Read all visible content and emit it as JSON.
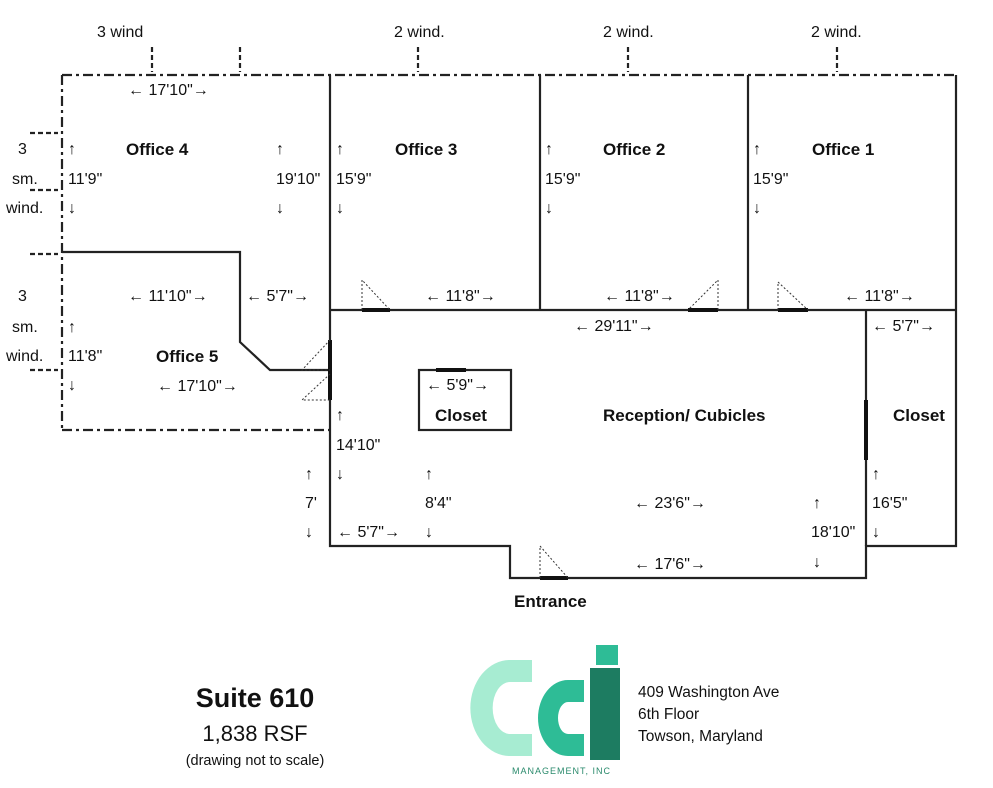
{
  "windows": {
    "office4_top": "3 wind",
    "office3_top": "2 wind.",
    "office2_top": "2 wind.",
    "office1_top": "2 wind."
  },
  "side_windows": {
    "office4": [
      "3",
      "sm.",
      "wind."
    ],
    "office5": [
      "3",
      "sm.",
      "wind."
    ]
  },
  "rooms": {
    "office4": "Office 4",
    "office3": "Office 3",
    "office2": "Office 2",
    "office1": "Office 1",
    "office5": "Office 5",
    "closet_left": "Closet",
    "reception": "Reception/ Cubicles",
    "closet_right": "Closet",
    "entrance": "Entrance"
  },
  "dimensions": {
    "office4_width": "← 17'10\"→",
    "office4_left_height": "11'9\"",
    "office4_right_height": "19'10\"",
    "office3_height": "15'9\"",
    "office2_height": "15'9\"",
    "office1_height": "15'9\"",
    "office3_width": "← 11'8\"→",
    "office2_width": "← 11'8\"→",
    "office1_width": "← 11'8\"→",
    "office5_top_width": "← 11'10\"→",
    "office5_notch": "← 5'7\"→",
    "office5_height": "11'8\"",
    "office5_bottom_width": "← 17'10\"→",
    "reception_width": "← 29'11\"→",
    "closet_right_width": "← 5'7\"→",
    "closet_left_width": "← 5'9\"→",
    "hall_height": "14'10\"",
    "hall_width": "← 5'7\"→",
    "hall_side": "7'",
    "reception_left_height": "8'4\"",
    "reception_mid_width": "← 23'6\"→",
    "reception_right_height": "18'10\"",
    "closet_right_height": "16'5\"",
    "entrance_width": "← 17'6\"→"
  },
  "arrows": {
    "up": "↑",
    "down": "↓"
  },
  "suite": {
    "title": "Suite 610",
    "area": "1,838 RSF",
    "note": "(drawing not to scale)"
  },
  "logo": {
    "letters": "CCi",
    "subtitle": "MANAGEMENT, INC",
    "colors": {
      "light": "#a7ecd2",
      "mid": "#2ebc96",
      "dark": "#1d7c61"
    }
  },
  "address": [
    "409 Washington Ave",
    "6th Floor",
    "Towson, Maryland"
  ]
}
